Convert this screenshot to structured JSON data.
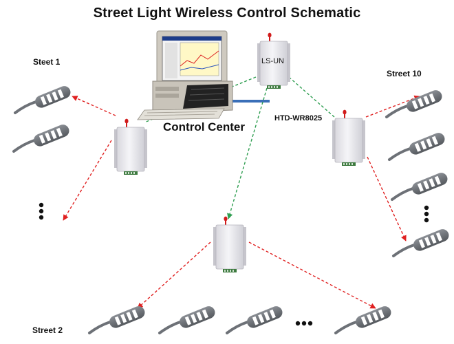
{
  "title": "Street Light Wireless Control Schematic",
  "labels": {
    "street_1": "Steet 1",
    "street_10": "Street 10",
    "street_2": "Street 2",
    "control_center": "Control Center",
    "device_model": "HTD-WR8025",
    "gateway": "LS-UN"
  },
  "colors": {
    "wireless_link_red": "#e02020",
    "wireless_link_green": "#2e9e50",
    "wired_link": "#3a6fb8",
    "device_body": "#ecebf0",
    "antenna": "#d11b1b"
  },
  "icons": [
    "computer-icon",
    "radio-module-icon",
    "street-lamp-icon",
    "ellipsis-icon"
  ]
}
